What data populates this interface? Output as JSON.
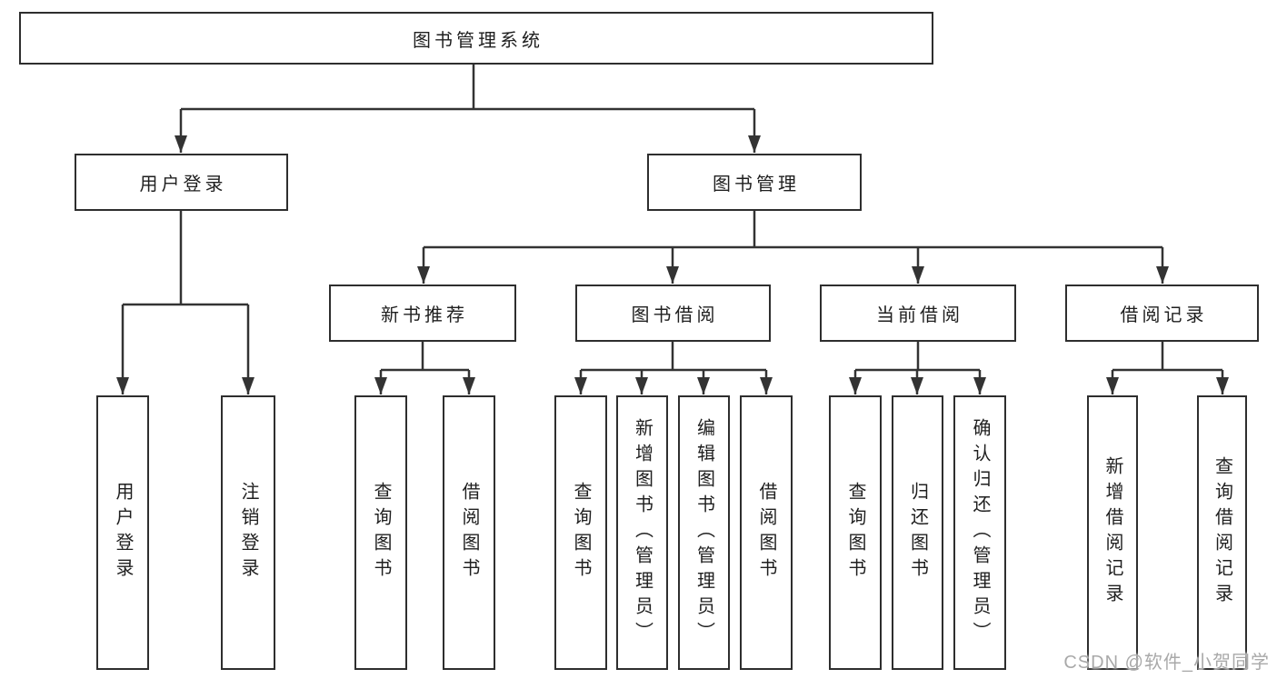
{
  "diagram": {
    "root": {
      "label": "图书管理系统"
    },
    "level1": [
      {
        "label": "用户登录"
      },
      {
        "label": "图书管理"
      }
    ],
    "level2": [
      {
        "label": "新书推荐"
      },
      {
        "label": "图书借阅"
      },
      {
        "label": "当前借阅"
      },
      {
        "label": "借阅记录"
      }
    ],
    "leaves": {
      "user_login": [
        "用户登录",
        "注销登录"
      ],
      "new_book": [
        "查询图书",
        "借阅图书"
      ],
      "book_borrow": [
        "查询图书",
        "新增图书（管理员）",
        "编辑图书（管理员）",
        "借阅图书"
      ],
      "current_borrow": [
        "查询图书",
        "归还图书",
        "确认归还（管理员）"
      ],
      "borrow_record": [
        "新增借阅记录",
        "查询借阅记录"
      ]
    }
  },
  "watermark": "CSDN @软件_小贺同学",
  "colors": {
    "line": "#333333",
    "border": "#2e2e2e",
    "text": "#1f1f1f",
    "watermark": "#a9a9a9"
  }
}
